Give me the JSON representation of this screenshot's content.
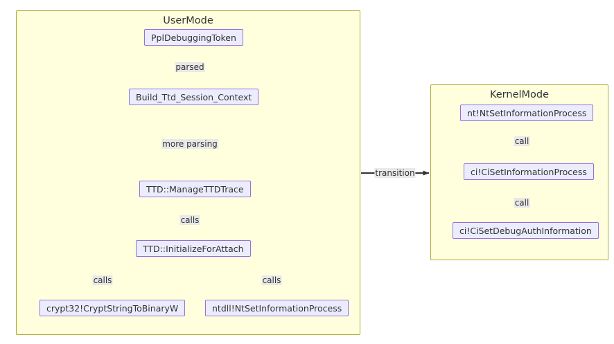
{
  "diagram": {
    "type": "flowchart",
    "orientation": "top-down",
    "background": "#ffffff",
    "colors": {
      "cluster_fill": "#ffffde",
      "cluster_stroke": "#aaaa33",
      "node_fill": "#ececff",
      "node_stroke": "#9370db",
      "text": "#333333",
      "edge_stroke": "#333333",
      "edge_label_bg": "#e8e8e8"
    },
    "clusters": [
      {
        "id": "usermode",
        "title": "UserMode",
        "nodes": [
          {
            "id": "ppldebuggingtoken",
            "label": "PplDebuggingToken"
          },
          {
            "id": "build-ttd-session",
            "label": "Build_Ttd_Session_Context"
          },
          {
            "id": "ttd-managettdtrace",
            "label": "TTD::ManageTTDTrace"
          },
          {
            "id": "ttd-initializeforattach",
            "label": "TTD::InitializeForAttach"
          },
          {
            "id": "crypt32",
            "label": "crypt32!CryptStringToBinaryW"
          },
          {
            "id": "ntdll",
            "label": "ntdll!NtSetInformationProcess"
          }
        ]
      },
      {
        "id": "kernelmode",
        "title": "KernelMode",
        "nodes": [
          {
            "id": "nt-ntsetinfo",
            "label": "nt!NtSetInformationProcess"
          },
          {
            "id": "ci-cisetinfo",
            "label": "ci!CiSetInformationProcess"
          },
          {
            "id": "ci-cisetdebugauth",
            "label": "ci!CiSetDebugAuthInformation"
          }
        ]
      }
    ],
    "edges": [
      {
        "id": "e1",
        "from": "ppldebuggingtoken",
        "to": "build-ttd-session",
        "label": "parsed"
      },
      {
        "id": "e2",
        "from": "build-ttd-session",
        "to": "ttd-managettdtrace",
        "label": "more parsing"
      },
      {
        "id": "e3",
        "from": "ttd-managettdtrace",
        "to": "ttd-initializeforattach",
        "label": "calls"
      },
      {
        "id": "e4",
        "from": "ttd-initializeforattach",
        "to": "crypt32",
        "label": "calls"
      },
      {
        "id": "e5",
        "from": "ttd-initializeforattach",
        "to": "ntdll",
        "label": "calls"
      },
      {
        "id": "e6",
        "from": "usermode",
        "to": "kernelmode",
        "label": "transition"
      },
      {
        "id": "e7",
        "from": "nt-ntsetinfo",
        "to": "ci-cisetinfo",
        "label": "call"
      },
      {
        "id": "e8",
        "from": "ci-cisetinfo",
        "to": "ci-cisetdebugauth",
        "label": "call"
      }
    ]
  }
}
